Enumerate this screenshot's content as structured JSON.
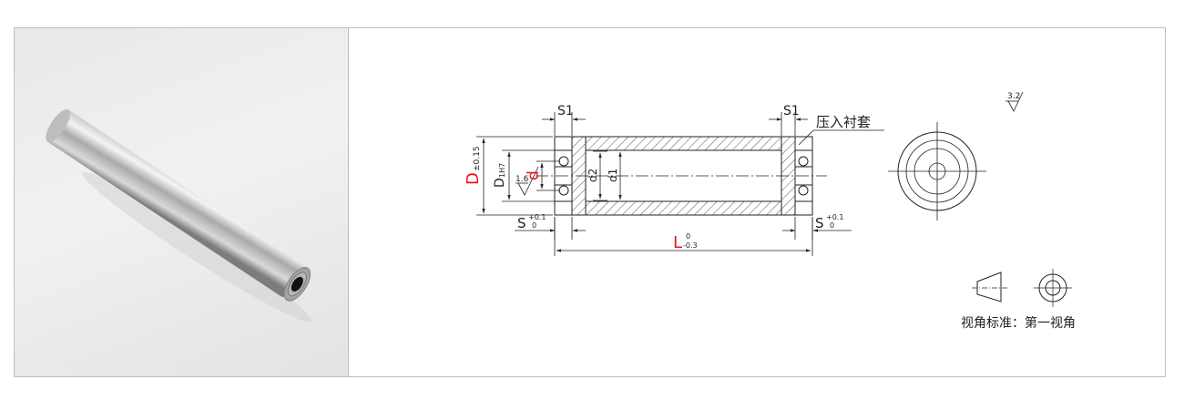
{
  "photo": {
    "alt": "stainless steel roller tube with bearings"
  },
  "labels": {
    "D": "D",
    "D_tol": "±0.15",
    "D1": "D",
    "D1_sub": "1H7",
    "d": "d",
    "d2": "d2",
    "d1": "d1",
    "S1_left": "S1",
    "S1_right": "S1",
    "S_left": "S",
    "S_left_upper": "+0.1",
    "S_left_lower": "0",
    "S_right": "S",
    "S_right_upper": "+0.1",
    "S_right_lower": "0",
    "L": "L",
    "L_upper": "0",
    "L_lower": "-0.3",
    "rough_1_6": "1.6",
    "rough_3_2": "3.2",
    "press_fit": "压入衬套"
  },
  "projection": {
    "caption": "视角标准：第一视角"
  },
  "colors": {
    "red": "#e8141b",
    "line": "#222222",
    "hatch": "#555555"
  }
}
